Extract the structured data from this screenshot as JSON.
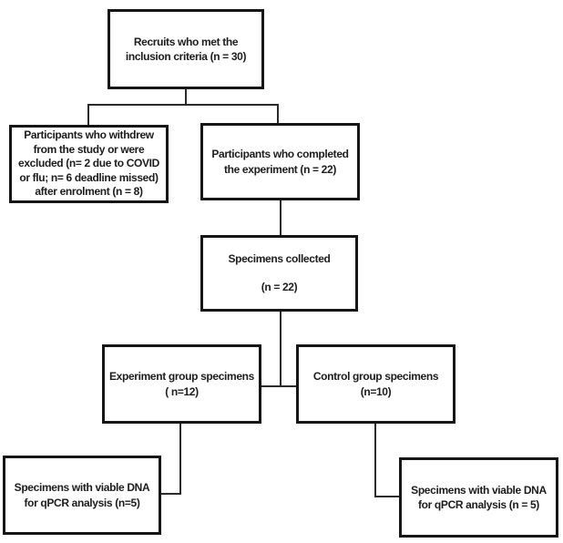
{
  "diagram_type": "flowchart",
  "nodes": {
    "recruits": {
      "text": "Recruits who met the\ninclusion criteria (n = 30)"
    },
    "withdrew": {
      "text": "Participants who withdrew\nfrom the study or were\nexcluded (n= 2 due to COVID\nor flu; n= 6 deadline missed)\nafter enrolment (n = 8)"
    },
    "completed": {
      "text": "Participants who completed\nthe experiment (n = 22)"
    },
    "collected": {
      "text": "Specimens collected\n\n(n = 22)"
    },
    "experiment_group": {
      "text": "Experiment group specimens\n( n=12)"
    },
    "control_group": {
      "text": "Control group specimens\n(n=10)"
    },
    "experiment_dna": {
      "text": "Specimens with viable DNA\nfor qPCR analysis (n=5)"
    },
    "control_dna": {
      "text": "Specimens with viable DNA\nfor qPCR analysis (n = 5)"
    }
  },
  "edges": [
    {
      "from": "recruits",
      "to": "withdrew"
    },
    {
      "from": "recruits",
      "to": "completed"
    },
    {
      "from": "completed",
      "to": "collected"
    },
    {
      "from": "collected",
      "to": "experiment_group"
    },
    {
      "from": "collected",
      "to": "control_group"
    },
    {
      "from": "experiment_group",
      "to": "experiment_dna"
    },
    {
      "from": "control_group",
      "to": "control_dna"
    }
  ],
  "colors": {
    "background": "#ffffff",
    "box_border": "#161616",
    "text": "#1c1c1c",
    "connector": "#2b2b2b"
  }
}
